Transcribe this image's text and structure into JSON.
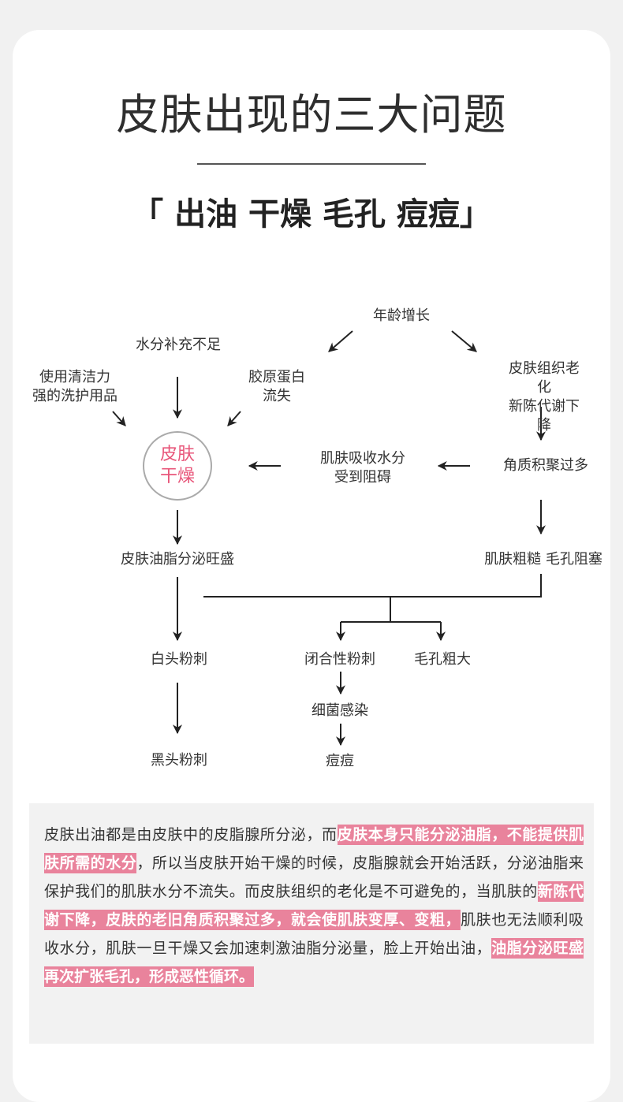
{
  "header": {
    "title": "皮肤出现的三大问题",
    "subtitle": "「 出油 干燥 毛孔 痘痘」"
  },
  "diagram": {
    "center": "皮肤\n干燥",
    "nodes": {
      "age": "年龄增长",
      "water": "水分补充不足",
      "cleanser": "使用清洁力\n强的洗护用品",
      "collagen": "胶原蛋白\n流失",
      "aging": "皮肤组织老化\n新陈代谢下降",
      "absorb": "肌肤吸收水分\n受到阻碍",
      "keratin": "角质积聚过多",
      "oil": "皮肤油脂分泌旺盛",
      "rough": "肌肤粗糙 毛孔阻塞",
      "whitehead": "白头粉刺",
      "closed": "闭合性粉刺",
      "pores": "毛孔粗大",
      "bacteria": "细菌感染",
      "acne": "痘痘",
      "blackhead": "黑头粉刺"
    }
  },
  "paragraph": {
    "s1": "皮肤出油都是由皮肤中的皮脂腺所分泌，而",
    "h1": "皮肤本身只能分泌油脂，不能提供肌肤所需的水分",
    "s2": "，所以当皮肤开始干燥的时候，皮脂腺就会开始活跃，分泌油脂来保护我们的肌肤水分不流失。而皮肤组织的老化是不可避免的，当肌肤的",
    "h2": "新陈代谢下降，皮肤的老旧角质积聚过多，就会使肌肤变厚、变粗，",
    "s3": "肌肤也无法顺利吸收水分，肌肤一旦干燥又会加速刺激油脂分泌量，脸上开始出油，",
    "h3": "油脂分泌旺盛再次扩张毛孔，形成恶性循环。"
  },
  "colors": {
    "accent": "#e9839c",
    "circle_text": "#e8567a",
    "background": "#f1f1f1"
  }
}
